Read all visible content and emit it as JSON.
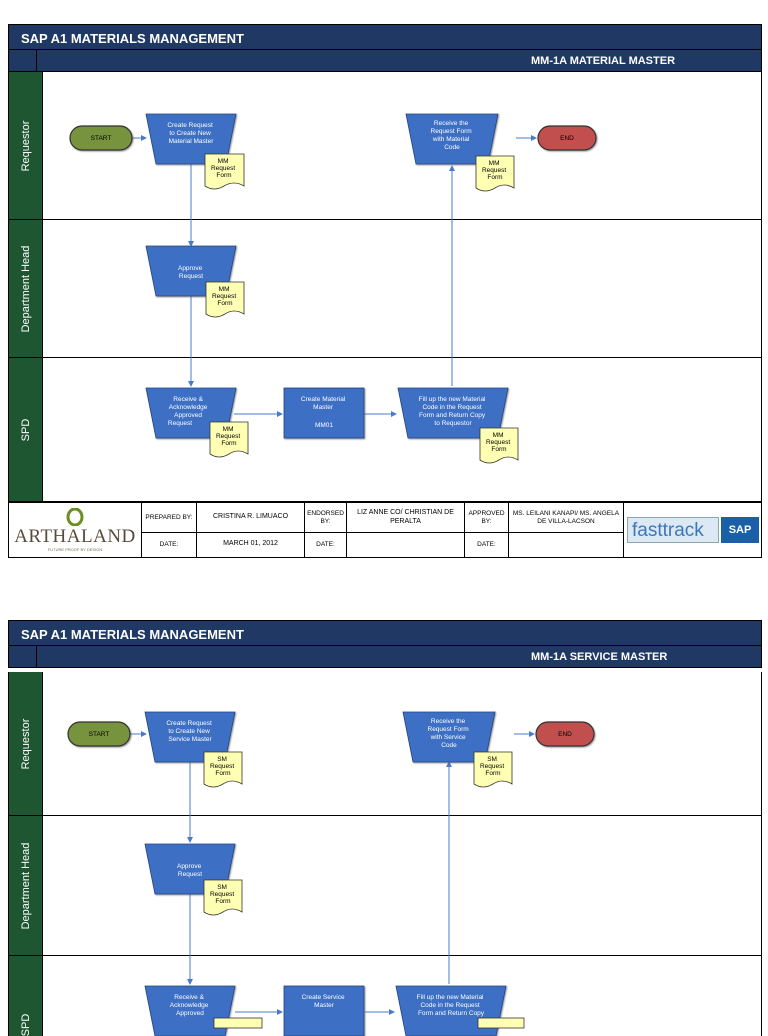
{
  "pages": [
    {
      "title": "SAP A1 MATERIALS MANAGEMENT",
      "subtitle": "MM-1A MATERIAL MASTER",
      "lanes": [
        "Requestor",
        "Department Head",
        "SPD"
      ],
      "start_label": "START",
      "end_label": "END",
      "create_request": [
        "Create Request",
        "to Create New",
        "Material Master"
      ],
      "receive_form": [
        "Receive the",
        "Request Form",
        "with Material",
        "Code"
      ],
      "approve": [
        "Approve",
        "Request"
      ],
      "receive_ack": [
        "Receive &",
        "Acknowledge",
        "Approved",
        "Request"
      ],
      "create_master": [
        "Create Material",
        "Master"
      ],
      "create_master_code": "MM01",
      "fill_up": [
        "Fill up the new Material",
        "Code in the Request",
        "Form and Return Copy",
        "to Requestor"
      ],
      "doc_label": [
        "MM",
        "Request",
        "Form"
      ]
    },
    {
      "title": "SAP A1 MATERIALS MANAGEMENT",
      "subtitle": "MM-1A SERVICE MASTER",
      "lanes": [
        "Requestor",
        "Department Head",
        "SPD"
      ],
      "start_label": "START",
      "end_label": "END",
      "create_request": [
        "Create Request",
        "to Create New",
        "Service Master"
      ],
      "receive_form": [
        "Receive the",
        "Request Form",
        "with Service",
        "Code"
      ],
      "approve": [
        "Approve",
        "Request"
      ],
      "receive_ack": [
        "Receive &",
        "Acknowledge",
        "Approved"
      ],
      "create_master": [
        "Create Service",
        "Master"
      ],
      "create_master_code": "",
      "fill_up": [
        "Fill up the new Material",
        "Code in the Request",
        "Form and Return Copy"
      ],
      "doc_label": [
        "SM",
        "Request",
        "Form"
      ]
    }
  ],
  "footer": {
    "company": "ARTHALAND",
    "company_tagline": "FUTURE PROOF BY DESIGN",
    "prepared_by_label": "PREPARED BY:",
    "prepared_by": "CRISTINA R. LIMUACO",
    "endorsed_by_label": "ENDORSED BY:",
    "endorsed_by": "LIZ ANNE CO/ CHRISTIAN DE PERALTA",
    "approved_by_label": "APPROVED BY:",
    "approved_by": "MS. LEILANI KANAPI/ MS. ANGELA DE VILLA-LACSON",
    "date_label": "DATE:",
    "date": "MARCH 01, 2012",
    "fasttrack_logo": "fasttrack",
    "sap_logo": "SAP"
  },
  "colors": {
    "header": "#1f3864",
    "lane_label": "#1e5631",
    "process": "#3d6fc4",
    "start": "#77933c",
    "end": "#c0504d",
    "document": "#ffffb3"
  }
}
